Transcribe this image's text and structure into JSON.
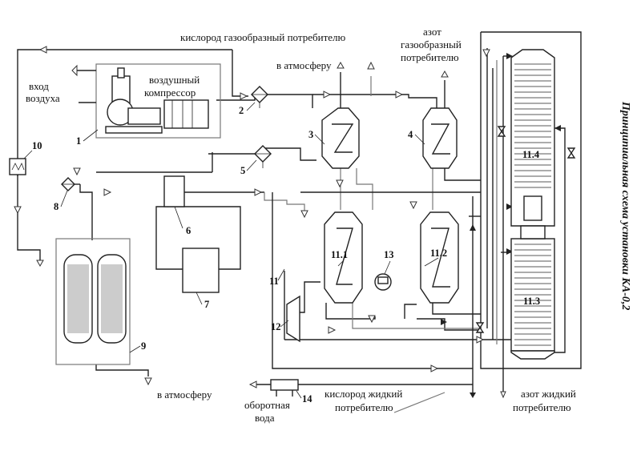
{
  "title": "Принципиальная схема установки КА-0,2",
  "labels": {
    "air_inlet_1": "вход",
    "air_inlet_2": "воздуха",
    "compressor_1": "воздушный",
    "compressor_2": "компрессор",
    "oxygen_gas": "кислород газообразный потребителю",
    "to_atmosphere_top": "в атмосферу",
    "nitrogen_gas_1": "азот",
    "nitrogen_gas_2": "газообразный",
    "nitrogen_gas_3": "потребителю",
    "to_atmosphere_bottom": "в атмосферу",
    "cooling_water_1": "оборотная",
    "cooling_water_2": "вода",
    "oxygen_liquid_1": "кислород жидкий",
    "oxygen_liquid_2": "потребителю",
    "nitrogen_liquid_1": "азот жидкий",
    "nitrogen_liquid_2": "потребителю"
  },
  "numbers": {
    "n1": "1",
    "n2": "2",
    "n3": "3",
    "n4": "4",
    "n5": "5",
    "n6": "6",
    "n7": "7",
    "n8": "8",
    "n9": "9",
    "n10": "10",
    "n11": "11",
    "n12": "12",
    "n13": "13",
    "n14": "14",
    "n11_1": "11.1",
    "n11_2": "11.2",
    "n11_3": "11.3",
    "n11_4": "11.4"
  }
}
